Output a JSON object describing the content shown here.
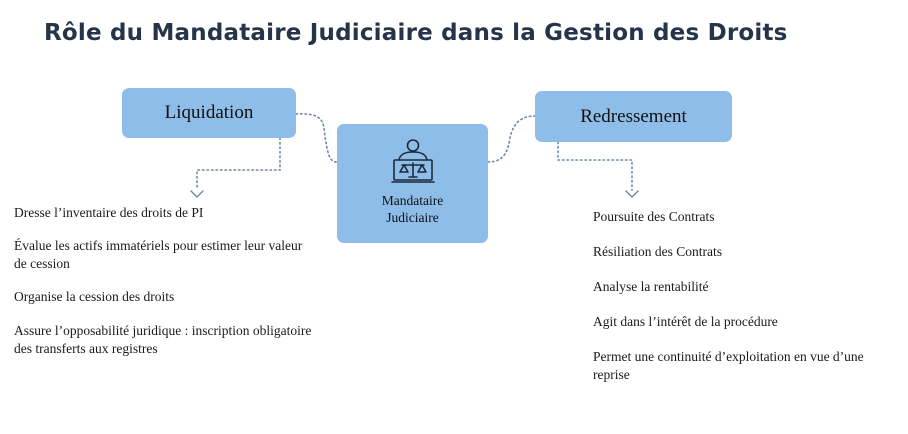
{
  "title": "Rôle du Mandataire Judiciaire dans la Gestion des Droits",
  "center": {
    "line1": "Mandataire",
    "line2": "Judiciaire",
    "icon": "judge-scales-icon"
  },
  "left": {
    "label": "Liquidation",
    "items": [
      "Dresse l’inventaire des droits de PI",
      " Évalue les actifs immatériels pour estimer leur valeur de cession",
      "Organise la cession des droits",
      "Assure l’opposabilité juridique : inscription obligatoire des transferts aux registres"
    ]
  },
  "right": {
    "label": "Redressement",
    "items": [
      "Poursuite des Contrats",
      "Résiliation des Contrats",
      "Analyse la rentabilité",
      "Agit dans l’intérêt de la procédure",
      "Permet une continuité d’exploitation en vue d’une reprise"
    ]
  },
  "colors": {
    "box": "#8dbde8",
    "title": "#26344a",
    "connector": "#6a8aa8"
  }
}
